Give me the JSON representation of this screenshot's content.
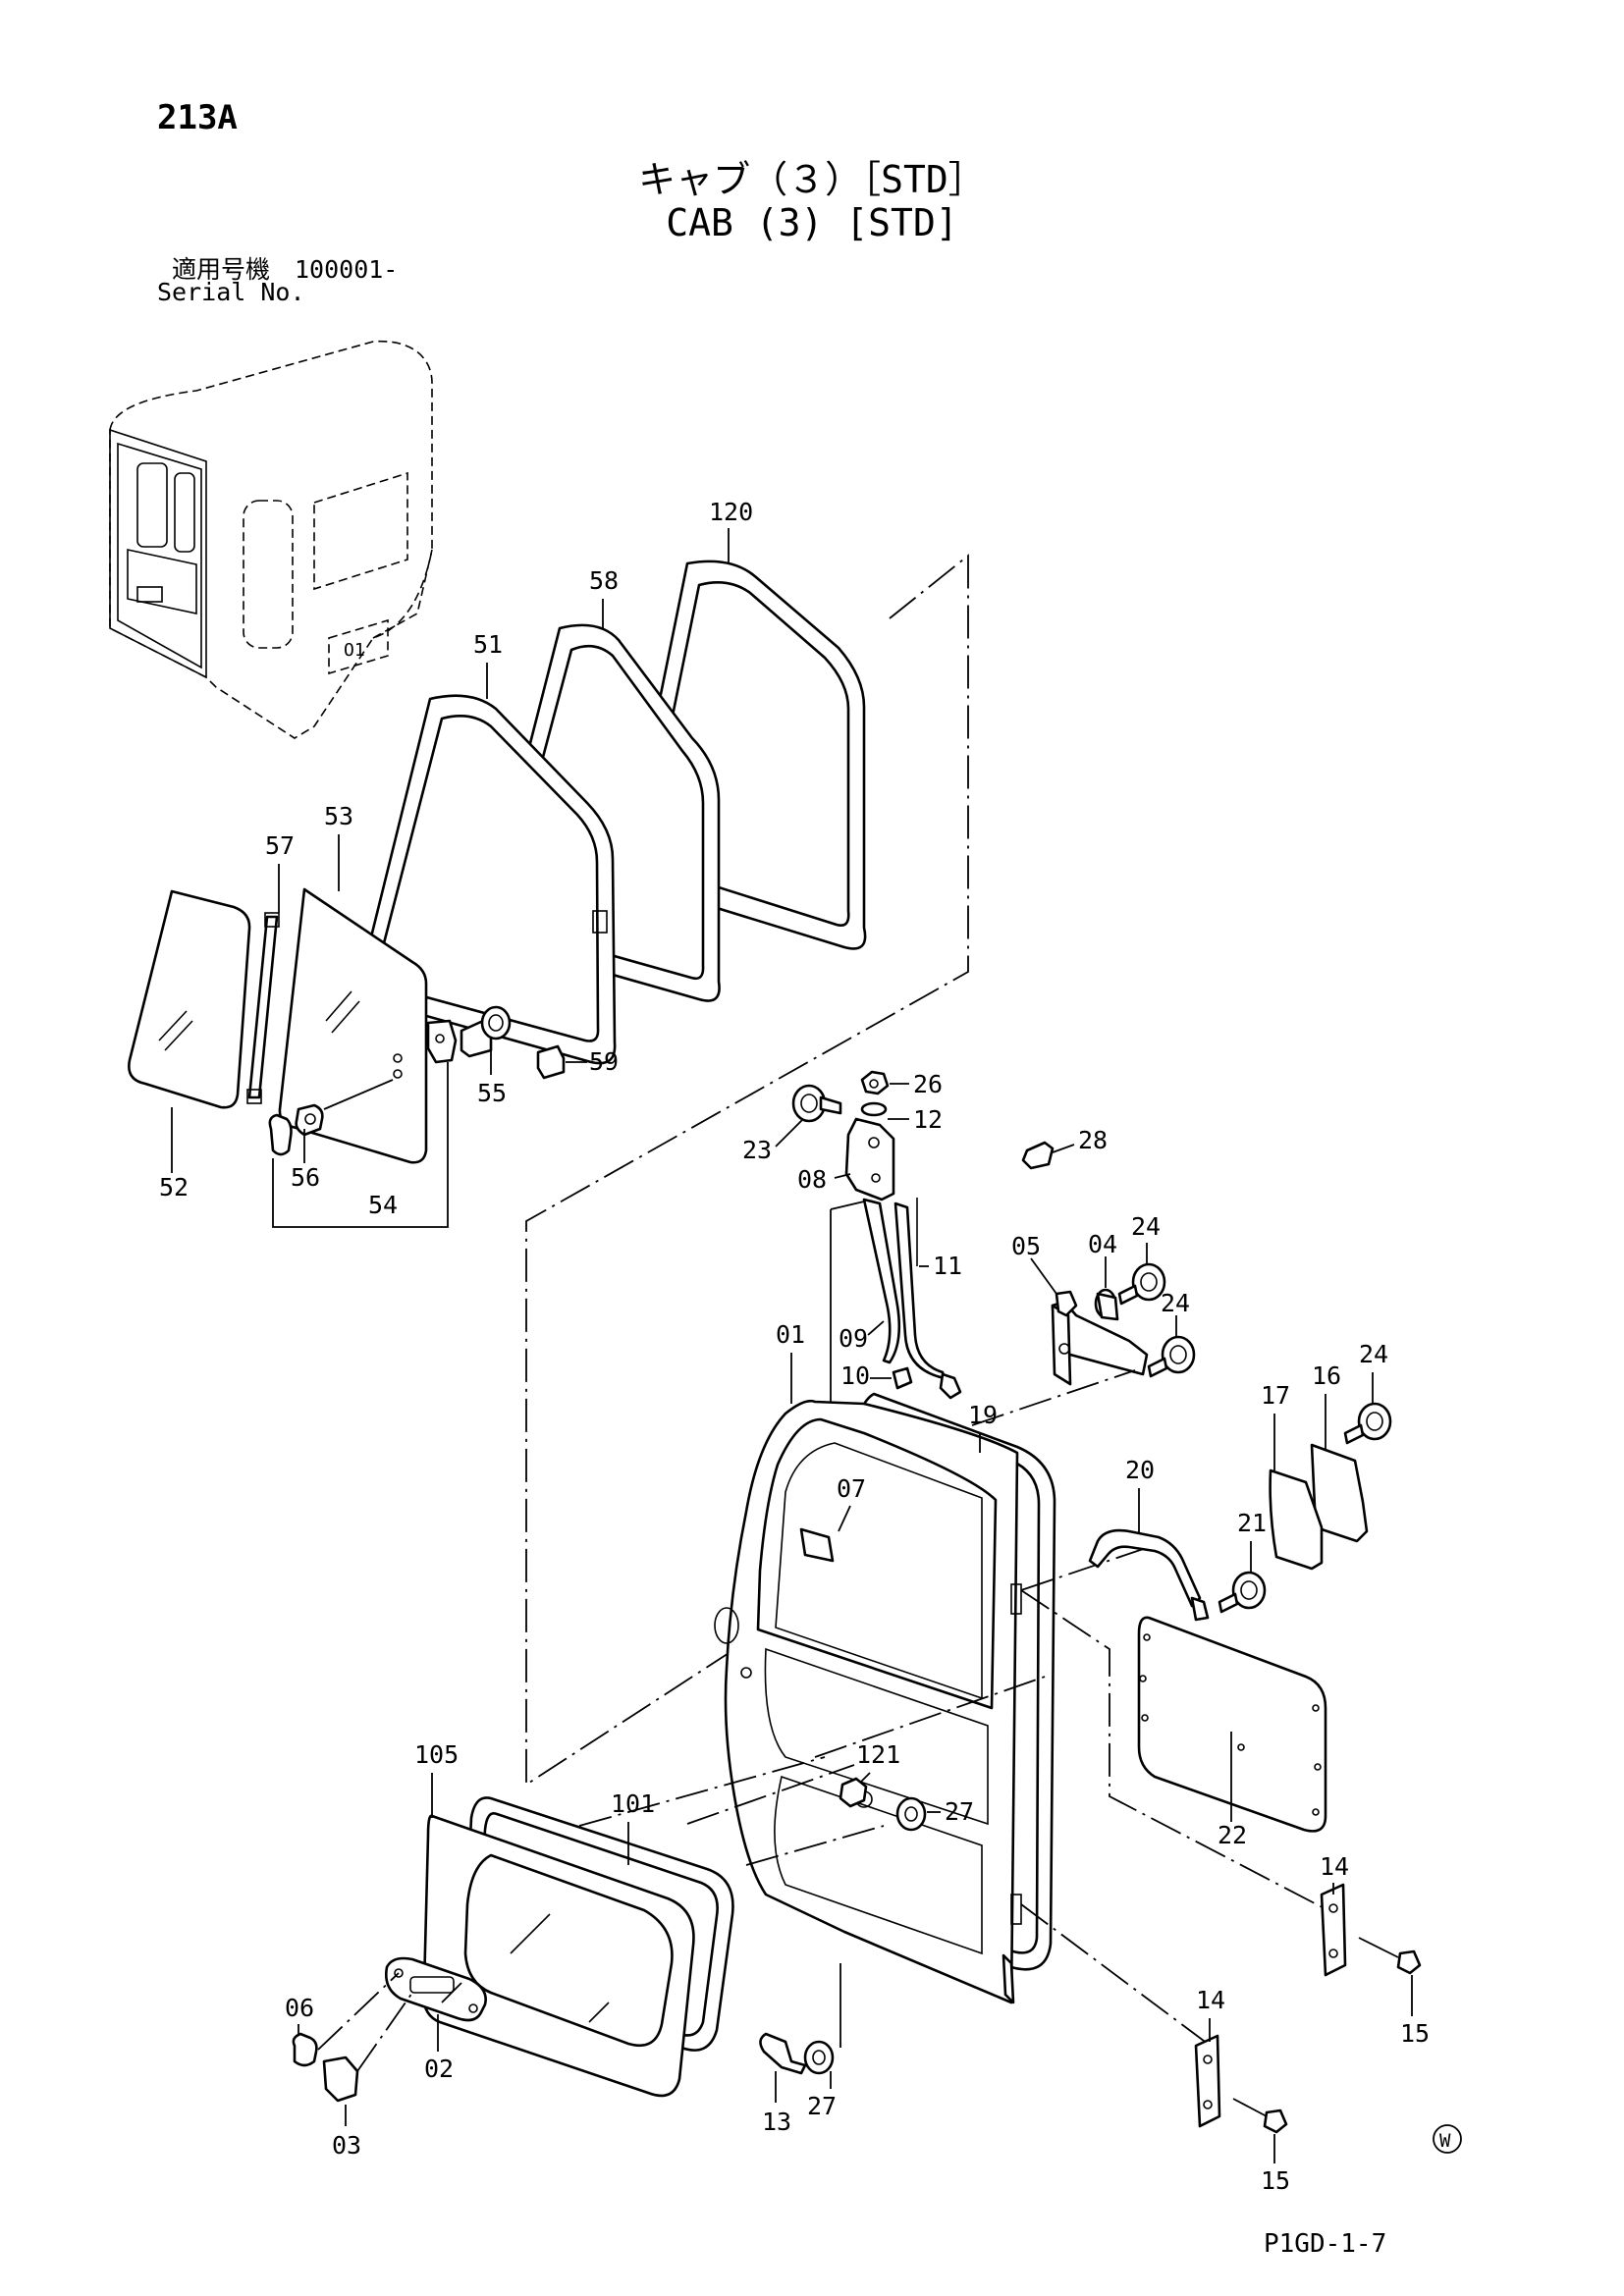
{
  "header": {
    "page_number": "213A",
    "title_jp": "キャブ（３）［STD］",
    "title_en": "CAB (3) [STD]",
    "serial_jp": "適用号機　100001-",
    "serial_en": "Serial No."
  },
  "parts": [
    {
      "id": "120"
    },
    {
      "id": "58"
    },
    {
      "id": "51"
    },
    {
      "id": "53"
    },
    {
      "id": "57"
    },
    {
      "id": "52"
    },
    {
      "id": "55"
    },
    {
      "id": "59"
    },
    {
      "id": "56"
    },
    {
      "id": "54"
    },
    {
      "id": "26"
    },
    {
      "id": "12"
    },
    {
      "id": "23"
    },
    {
      "id": "08"
    },
    {
      "id": "28"
    },
    {
      "id": "24"
    },
    {
      "id": "04"
    },
    {
      "id": "05"
    },
    {
      "id": "24"
    },
    {
      "id": "11"
    },
    {
      "id": "09"
    },
    {
      "id": "01"
    },
    {
      "id": "10"
    },
    {
      "id": "19"
    },
    {
      "id": "24"
    },
    {
      "id": "16"
    },
    {
      "id": "17"
    },
    {
      "id": "20"
    },
    {
      "id": "21"
    },
    {
      "id": "07"
    },
    {
      "id": "22"
    },
    {
      "id": "105"
    },
    {
      "id": "101"
    },
    {
      "id": "121"
    },
    {
      "id": "27"
    },
    {
      "id": "14"
    },
    {
      "id": "15"
    },
    {
      "id": "14"
    },
    {
      "id": "15"
    },
    {
      "id": "06"
    },
    {
      "id": "02"
    },
    {
      "id": "03"
    },
    {
      "id": "13"
    },
    {
      "id": "27"
    }
  ],
  "marks": {
    "w_symbol": "W"
  },
  "footer": {
    "code": "P1GD-1-7"
  }
}
